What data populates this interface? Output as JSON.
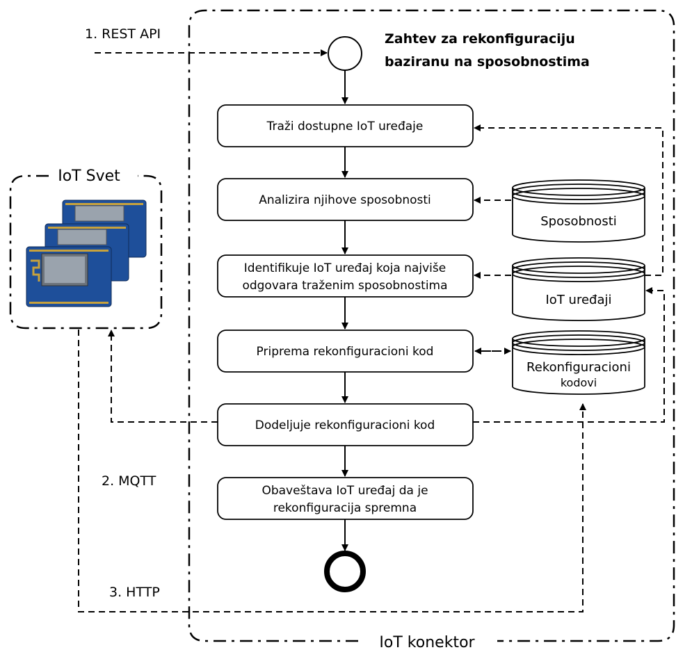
{
  "connector_label": "IoT konektor",
  "world_label": "IoT Svet",
  "title_line1": "Zahtev za rekonfiguraciju",
  "title_line2": "baziranu na sposobnostima",
  "protocols": {
    "rest": "1. REST API",
    "mqtt": "2. MQTT",
    "http": "3. HTTP"
  },
  "steps": [
    {
      "line1": "Traži dostupne IoT uređaje",
      "line2": ""
    },
    {
      "line1": "Analizira njihove sposobnosti",
      "line2": ""
    },
    {
      "line1": "Identifikuje IoT uređaj koja najviše",
      "line2": "odgovara traženim sposobnostima"
    },
    {
      "line1": "Priprema rekonfiguracioni kod",
      "line2": ""
    },
    {
      "line1": "Dodeljuje rekonfiguracioni kod",
      "line2": ""
    },
    {
      "line1": "Obaveštava IoT uređaj da je",
      "line2": "rekonfiguracija spremna"
    }
  ],
  "databases": [
    {
      "line1": "Sposobnosti",
      "line2": ""
    },
    {
      "line1": "IoT uređaji",
      "line2": ""
    },
    {
      "line1": "Rekonfiguracioni",
      "line2": "kodovi"
    }
  ],
  "colors": {
    "board_blue": "#1e4f9a",
    "board_dark": "#163a74",
    "chip_silver": "#9aa3ad",
    "gold": "#c8a23c"
  }
}
